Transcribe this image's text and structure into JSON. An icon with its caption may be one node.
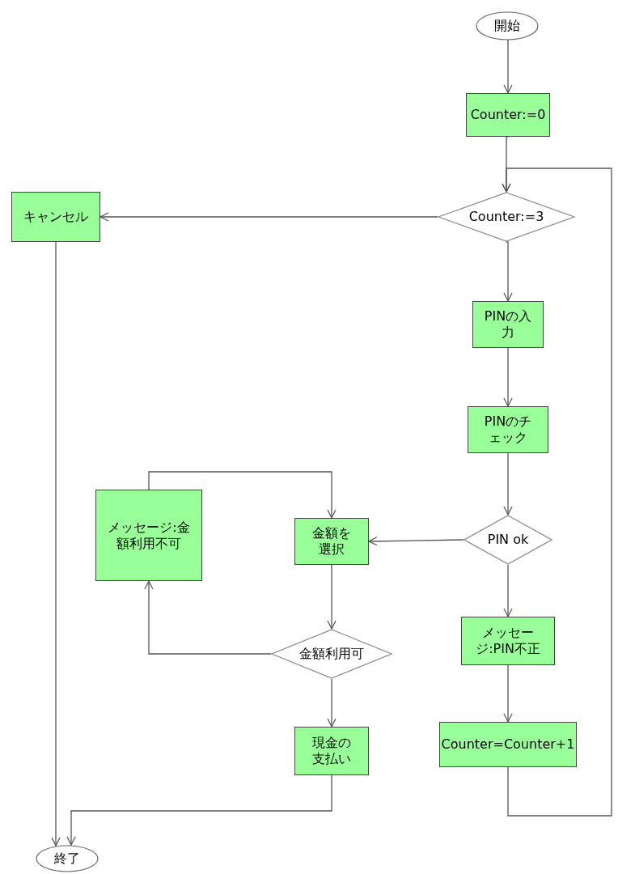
{
  "diagram": {
    "nodes": [
      {
        "text": [
          "開始"
        ]
      },
      {
        "text": [
          "Counter:=0"
        ]
      },
      {
        "text": [
          "Counter:=3"
        ]
      },
      {
        "text": [
          "キャンセル"
        ]
      },
      {
        "text": [
          "PINの入力"
        ]
      },
      {
        "text": [
          "PINのチェック"
        ]
      },
      {
        "text": [
          "PIN ok"
        ]
      },
      {
        "text": [
          "金額を選択"
        ]
      },
      {
        "text": [
          "メッセージ:金額利用不可"
        ]
      },
      {
        "text": [
          "金額利用可"
        ]
      },
      {
        "text": [
          "メッセージ:PIN不正"
        ]
      },
      {
        "text": [
          "Counter=Counter+1"
        ]
      },
      {
        "text": [
          "現金の支払い"
        ]
      },
      {
        "text": [
          "終了"
        ]
      }
    ],
    "edges": [
      {
        "from": 0,
        "to": 1,
        "arrow": "to"
      },
      {
        "from": 1,
        "to": 2,
        "arrow": "to"
      },
      {
        "from": 2,
        "to": 3,
        "arrow": "to"
      },
      {
        "from": 2,
        "to": 4,
        "arrow": "to"
      },
      {
        "from": 4,
        "to": 5,
        "arrow": "to"
      },
      {
        "from": 5,
        "to": 6,
        "arrow": "to"
      },
      {
        "from": 6,
        "to": 7,
        "arrow": "to"
      },
      {
        "from": 6,
        "to": 10,
        "arrow": "to"
      },
      {
        "from": 7,
        "to": 9,
        "arrow": "to"
      },
      {
        "from": 9,
        "to": 8,
        "arrow": "to"
      },
      {
        "from": 8,
        "to": 7,
        "arrow": "to"
      },
      {
        "from": 9,
        "to": 12,
        "arrow": "to"
      },
      {
        "from": 12,
        "to": 13,
        "arrow": "to"
      },
      {
        "from": 3,
        "to": 13,
        "arrow": "to"
      },
      {
        "from": 10,
        "to": 11,
        "arrow": "to"
      },
      {
        "from": 11,
        "to": 2,
        "arrow": "to"
      }
    ]
  }
}
